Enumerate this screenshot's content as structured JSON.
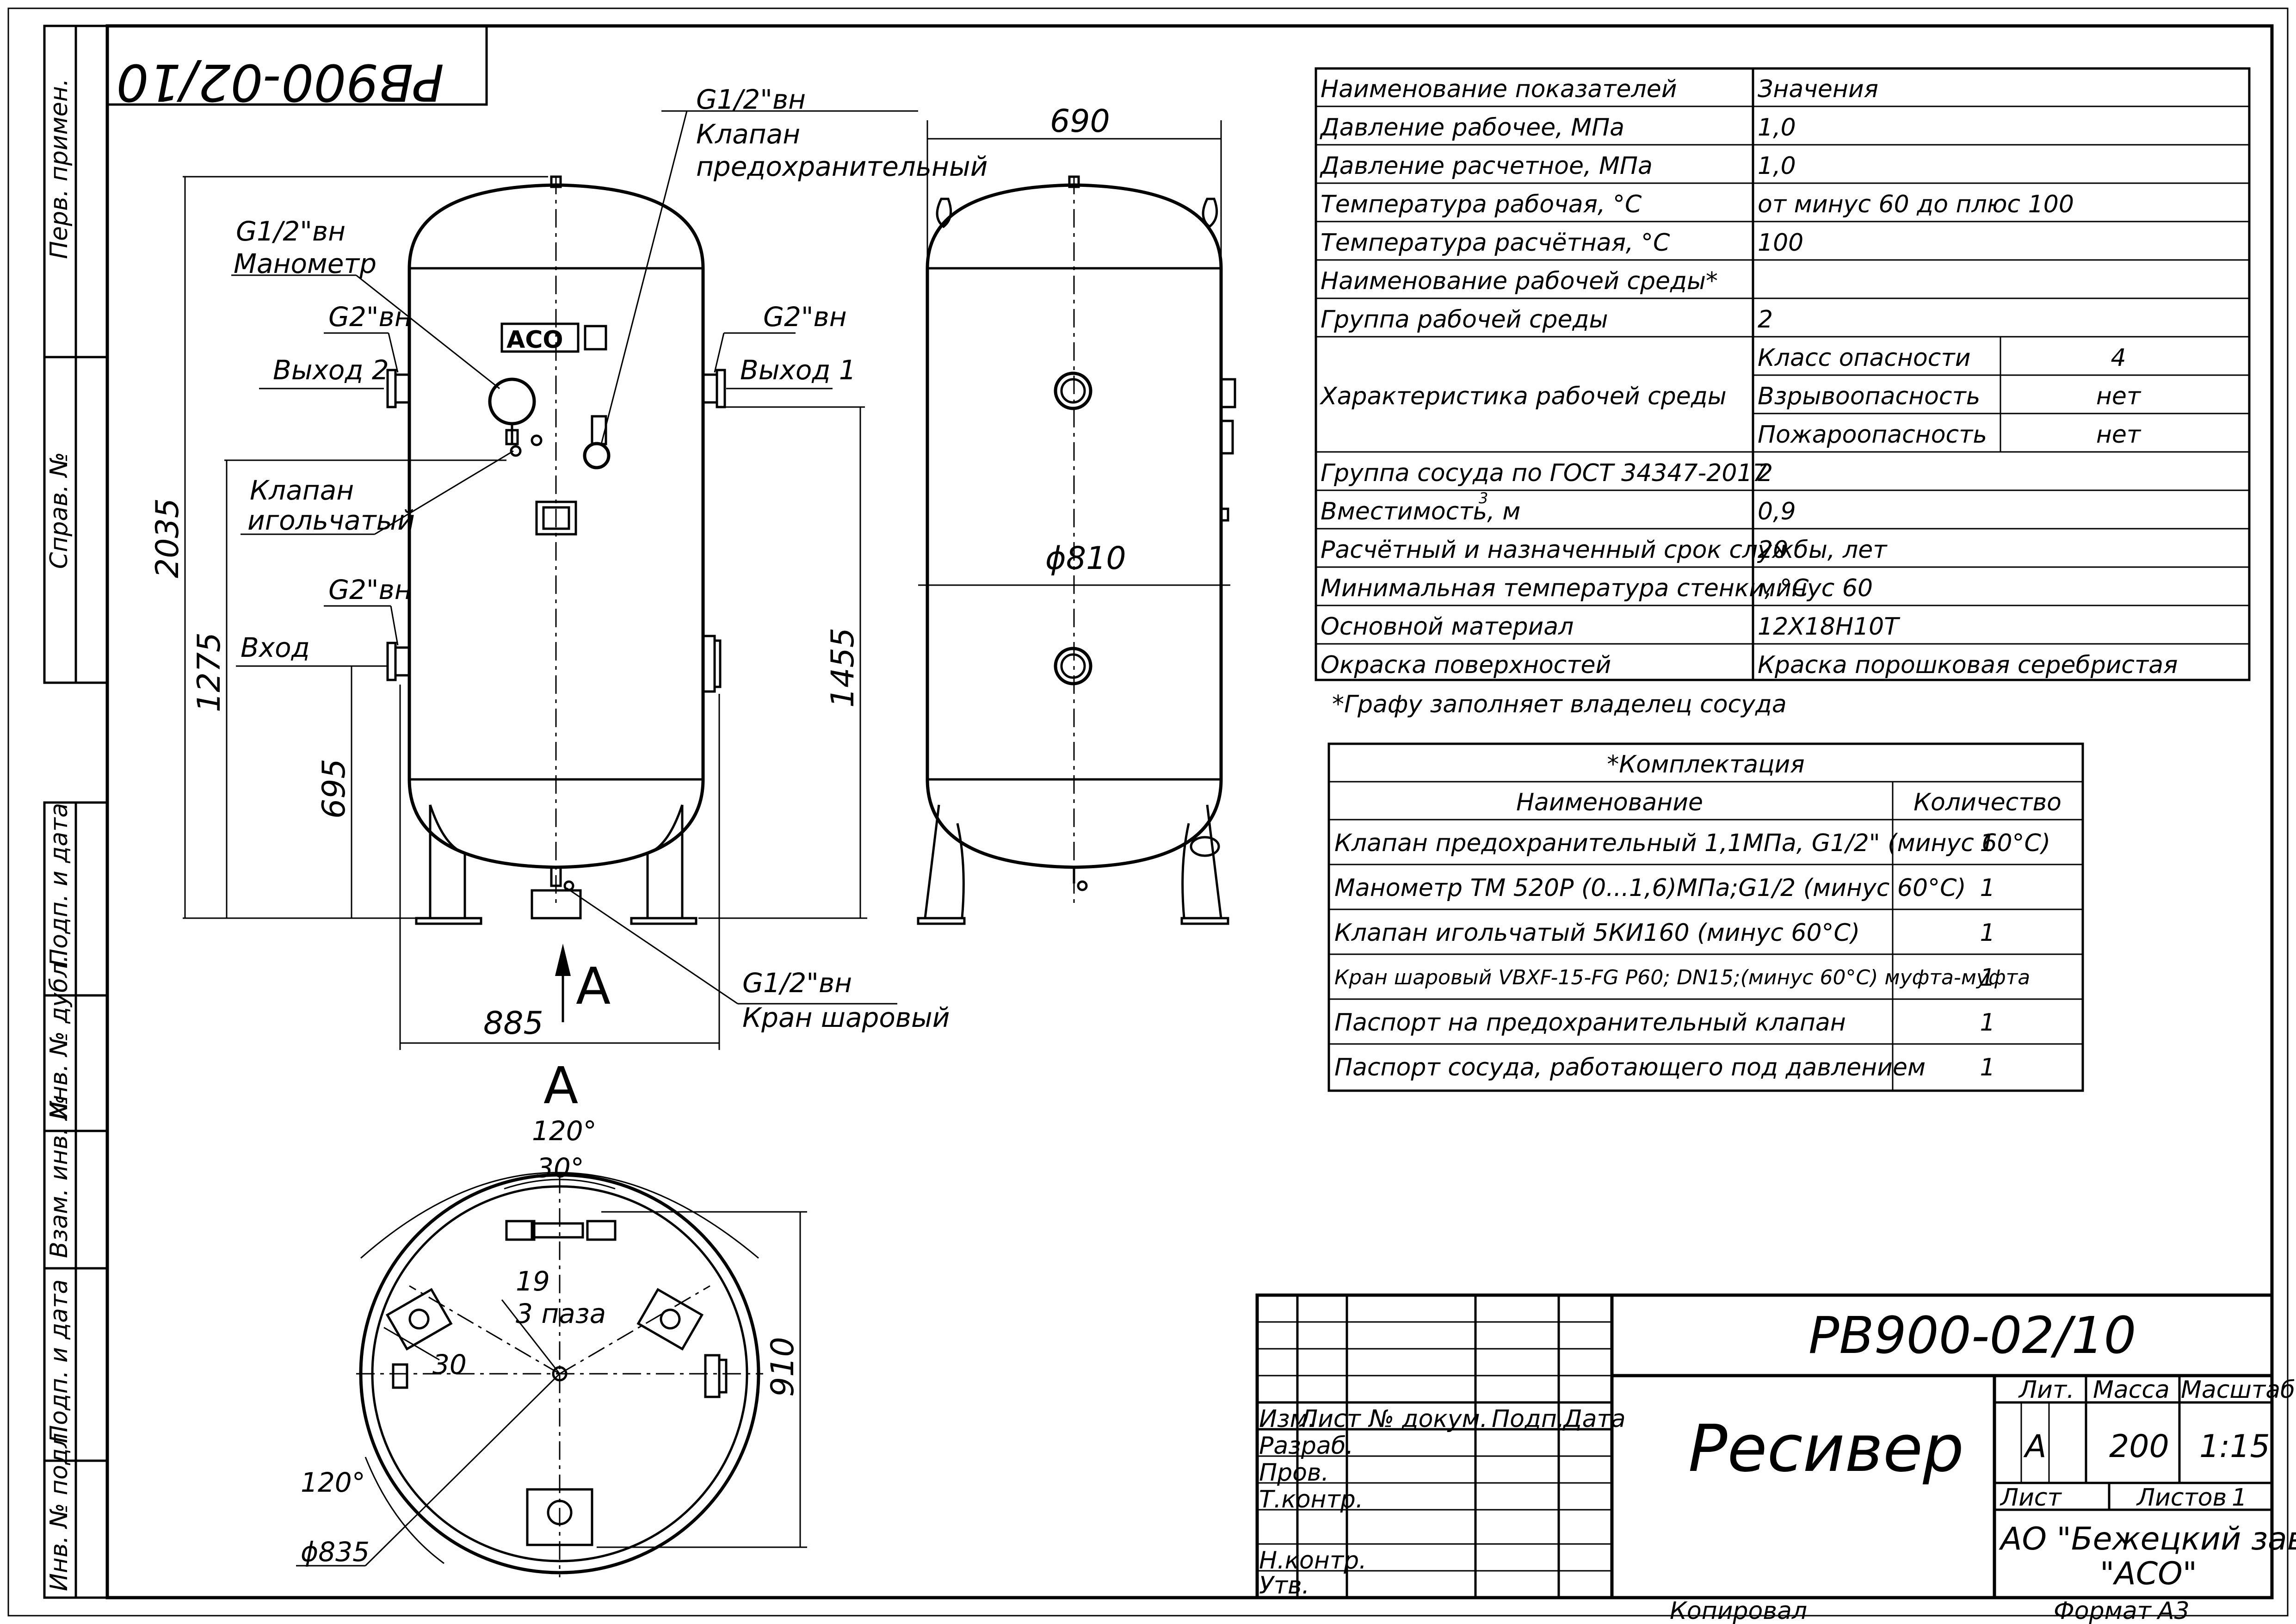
{
  "designation_rotated": "PB900-02/10",
  "side_stamps": [
    "Перв. примен.",
    "Справ. №",
    "Подп. и дата",
    "Инв. № дубл.",
    "Взам. инв. №",
    "Подп. и дата",
    "Инв. № подл."
  ],
  "front_view": {
    "labels": {
      "top_conn": "G1/2\"вн",
      "valve1": "Клапан",
      "valve2": "предохранительный",
      "gauge_conn": "G1/2\"вн",
      "gauge": "Манометр",
      "out2_conn": "G2\"вн",
      "out2": "Выход 2",
      "out1_conn": "G2\"вн",
      "out1": "Выход 1",
      "needle1": "Клапан",
      "needle2": "игольчатый",
      "in_conn": "G2\"вн",
      "in": "Вход",
      "ball_conn": "G1/2\"вн",
      "ball": "Кран шаровый",
      "view_arrow": "А",
      "logo": "АСО"
    },
    "dims": {
      "h_total": "2035",
      "h_out": "1455",
      "h_in": "1275",
      "h_leg": "695",
      "width": "885"
    }
  },
  "side_view": {
    "dims": {
      "width": "690",
      "dia": "ϕ810"
    }
  },
  "bottom_view": {
    "title": "А",
    "labels": {
      "ang1": "120°",
      "ang2": "30°",
      "slot_w": "19",
      "slots": "3 паза",
      "slot_l": "30",
      "ang3": "120°",
      "dia": "ϕ835",
      "h": "910"
    }
  },
  "params_table": {
    "header": [
      "Наименование показателей",
      "Значения"
    ],
    "rows": [
      [
        "Давление рабочее, МПа",
        "1,0"
      ],
      [
        "Давление расчетное, МПа",
        "1,0"
      ],
      [
        "Температура рабочая, °С",
        "от минус 60 до плюс 100"
      ],
      [
        "Температура расчётная, °С",
        "100"
      ],
      [
        "Наименование рабочей среды*",
        ""
      ],
      [
        "Группа рабочей среды",
        "2"
      ]
    ],
    "characteristic": {
      "label": "Характеристика рабочей среды",
      "sub": [
        [
          "Класс опасности",
          "4"
        ],
        [
          "Взрывоопасность",
          "нет"
        ],
        [
          "Пожароопасность",
          "нет"
        ]
      ]
    },
    "rows2": [
      [
        "Группа сосуда по ГОСТ 34347-2017",
        "2"
      ],
      [
        "Вместимость, м",
        "0,9"
      ],
      [
        "Расчётный и назначенный срок службы, лет",
        "20"
      ],
      [
        "Минимальная температура стенки, °С",
        "минус 60"
      ],
      [
        "Основной материал",
        "12Х18Н10Т"
      ],
      [
        "Окраска поверхностей",
        "Краска порошковая серебристая"
      ]
    ],
    "vol_sup": "3",
    "footnote": "*Графу заполняет владелец сосуда"
  },
  "kit_table": {
    "title": "*Комплектация",
    "header": [
      "Наименование",
      "Количество"
    ],
    "rows": [
      [
        "Клапан предохранительный 1,1МПа, G1/2\" (минус 60°С)",
        "1"
      ],
      [
        "Манометр ТМ 520Р (0...1,6)МПа;G1/2 (минус 60°С)",
        "1"
      ],
      [
        "Клапан игольчатый 5КИ160 (минус 60°С)",
        "1"
      ],
      [
        "Кран шаровый VBXF-15-FG P60; DN15;(минус 60°С) муфта-муфта",
        "1"
      ],
      [
        "Паспорт на предохранительный клапан",
        "1"
      ],
      [
        "Паспорт сосуда, работающего под давлением",
        "1"
      ]
    ]
  },
  "title_block": {
    "designation": "РВ900-02/10",
    "name": "Ресивер",
    "lit_label": "Лит.",
    "mass_label": "Масса",
    "scale_label": "Масштаб",
    "lit": "А",
    "mass": "200",
    "scale": "1:15",
    "sheet_label": "Лист",
    "sheets_label": "Листов",
    "sheets": "1",
    "org1": "АО \"Бежецкий завод",
    "org2": "\"АСО\"",
    "cols": [
      "Изм.",
      "Лист",
      "№ докум.",
      "Подп.",
      "Дата"
    ],
    "roles": [
      "Разраб.",
      "Пров.",
      "Т.контр.",
      "",
      "Н.контр.",
      "Утв."
    ],
    "copied": "Копировал",
    "format_label": "Формат",
    "format": "А3"
  }
}
